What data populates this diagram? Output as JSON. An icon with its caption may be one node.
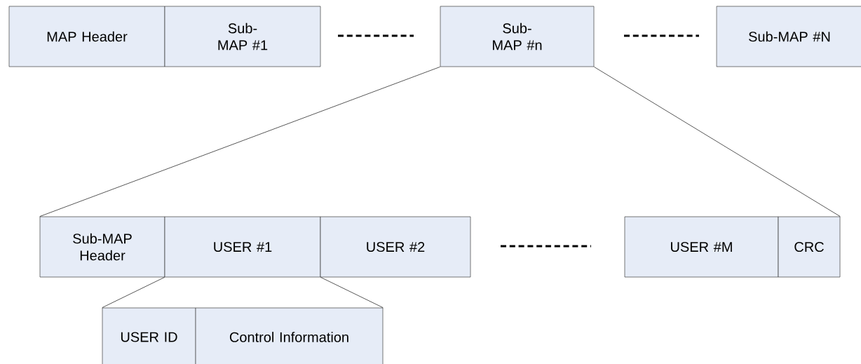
{
  "diagram": {
    "nodes": [
      {
        "text": [
          "MAP Header"
        ]
      },
      {
        "text": [
          "Sub-MAP #1"
        ]
      },
      {
        "text": [
          "Sub-MAP #n"
        ]
      },
      {
        "text": [
          "Sub-MAP #N"
        ]
      },
      {
        "text": [
          "Sub-MAP Header"
        ]
      },
      {
        "text": [
          "USER #1"
        ]
      },
      {
        "text": [
          "USER #2"
        ]
      },
      {
        "text": [
          "USER #M"
        ]
      },
      {
        "text": [
          "CRC"
        ]
      },
      {
        "text": [
          "USER ID"
        ]
      },
      {
        "text": [
          "Control Information"
        ]
      }
    ],
    "edges": [
      {
        "from": 2,
        "to": 4,
        "arrow": "none"
      },
      {
        "from": 2,
        "to": 8,
        "arrow": "none"
      },
      {
        "from": 5,
        "to": 9,
        "arrow": "none"
      },
      {
        "from": 5,
        "to": 10,
        "arrow": "none"
      }
    ]
  }
}
